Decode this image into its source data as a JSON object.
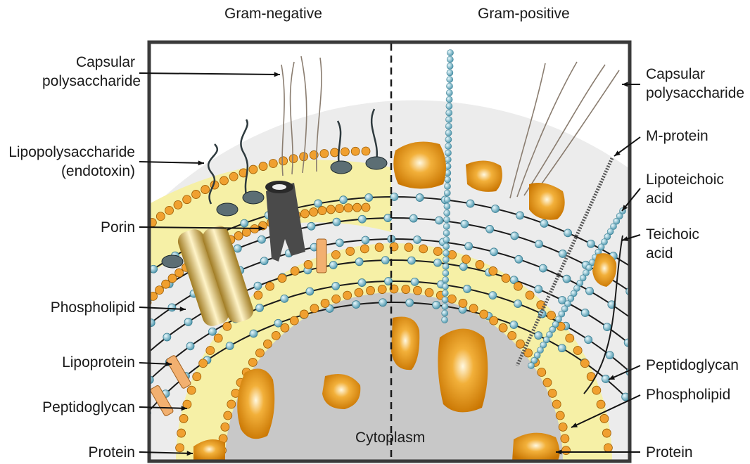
{
  "headers": {
    "left": "Gram-negative",
    "right": "Gram-positive"
  },
  "center_label": "Cytoplasm",
  "left_labels": {
    "capsular": [
      "Capsular",
      "polysaccharide"
    ],
    "lps": [
      "Lipopolysaccharide",
      "(endotoxin)"
    ],
    "porin": "Porin",
    "phospholipid": "Phospholipid",
    "lipoprotein": "Lipoprotein",
    "peptidoglycan": "Peptidoglycan",
    "protein": "Protein"
  },
  "right_labels": {
    "capsular": [
      "Capsular",
      "polysaccharide"
    ],
    "m_protein": "M-protein",
    "lipoteichoic": [
      "Lipoteichoic",
      "acid"
    ],
    "teichoic": [
      "Teichoic",
      "acid"
    ],
    "peptidoglycan": "Peptidoglycan",
    "phospholipid": "Phospholipid",
    "protein": "Protein"
  },
  "colors": {
    "membrane_fill": "#f6f0a6",
    "head_orange": "#f0a030",
    "protein_orange": "#e8920a",
    "bead_blue": "#8ccadb",
    "cytoplasm_gray": "#c8c8c8",
    "periplasm_gray": "#ececec",
    "porin_gray": "#505050",
    "frame": "#3a3a3a"
  }
}
